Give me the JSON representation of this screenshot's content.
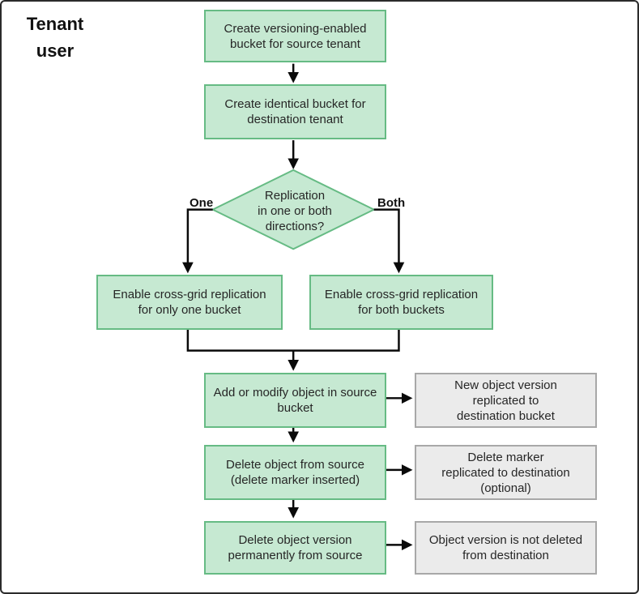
{
  "title": "Tenant\nuser",
  "colors": {
    "node_fill": "#c6e9d2",
    "node_border": "#66bb84",
    "result_fill": "#ebebeb",
    "result_border": "#a8a8a8",
    "connector": "#0a0a0a",
    "canvas_border": "#2b2b2b"
  },
  "nodes": {
    "create_source_bucket": "Create versioning-enabled\nbucket for source tenant",
    "create_destination_bucket": "Create identical bucket for\ndestination tenant",
    "enable_one_bucket": "Enable cross-grid replication\nfor only one bucket",
    "enable_both_buckets": "Enable cross-grid replication\nfor both buckets",
    "add_modify_object": "Add or modify object in source\nbucket",
    "delete_object": "Delete object from source\n(delete marker inserted)",
    "delete_version": "Delete object version\npermanently from source"
  },
  "decision": {
    "label": "Replication\nin one or both\ndirections?",
    "branch_left": "One",
    "branch_right": "Both"
  },
  "results": {
    "new_version_replicated": "New object version\nreplicated to\ndestination bucket",
    "delete_marker_replicated": "Delete marker\nreplicated to destination\n(optional)",
    "version_not_deleted": "Object version is not deleted\nfrom destination"
  }
}
